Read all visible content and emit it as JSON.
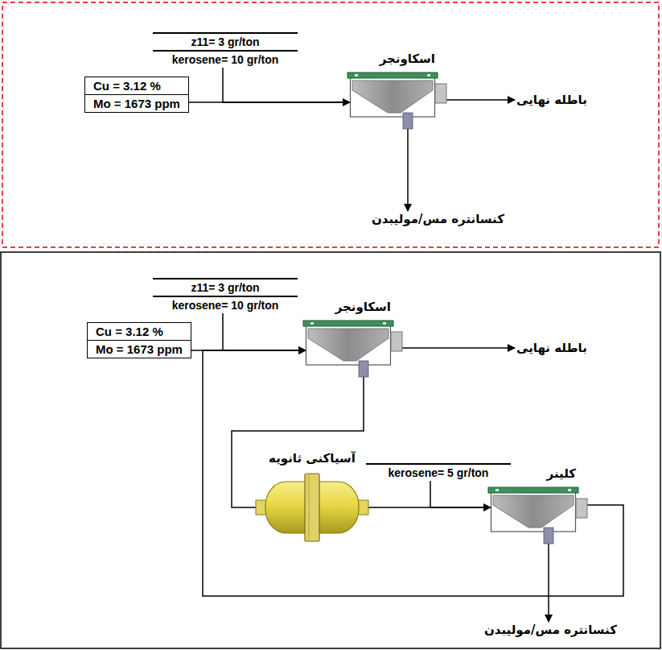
{
  "diagram": {
    "nodes": [
      {
        "text": [
          "Cu = 3.12 %",
          "Mo = 1673 ppm"
        ]
      },
      {
        "text": [
          "z11= 3 gr/ton",
          "kerosene= 10 gr/ton"
        ]
      },
      {
        "text": [
          "اسکاونجر"
        ]
      },
      {
        "text": [
          "باطله نهایی"
        ]
      },
      {
        "text": [
          "کنسانتره مس/مولیبدن"
        ]
      },
      {
        "text": [
          "Cu = 3.12 %",
          "Mo = 1673 ppm"
        ]
      },
      {
        "text": [
          "z11= 3 gr/ton",
          "kerosene= 10 gr/ton"
        ]
      },
      {
        "text": [
          "اسکاونجر"
        ]
      },
      {
        "text": [
          "باطله نهایی"
        ]
      },
      {
        "text": [
          "آسیاکنی ثانویه"
        ]
      },
      {
        "text": [
          "kerosene= 5 gr/ton"
        ]
      },
      {
        "text": [
          "کلینر"
        ]
      },
      {
        "text": [
          "کنسانتره مس/مولیبدن"
        ]
      }
    ],
    "edges": [
      {
        "from": 0,
        "to": 2,
        "arrow": "none"
      },
      {
        "from": 1,
        "to": 2,
        "arrow": "to"
      },
      {
        "from": 2,
        "to": 3,
        "arrow": "to"
      },
      {
        "from": 2,
        "to": 4,
        "arrow": "to"
      },
      {
        "from": 5,
        "to": 7,
        "arrow": "none"
      },
      {
        "from": 6,
        "to": 7,
        "arrow": "to"
      },
      {
        "from": 7,
        "to": 8,
        "arrow": "to"
      },
      {
        "from": 7,
        "to": 9,
        "arrow": "none"
      },
      {
        "from": 9,
        "to": 11,
        "arrow": "none"
      },
      {
        "from": 10,
        "to": 11,
        "arrow": "to"
      },
      {
        "from": 11,
        "to": 12,
        "arrow": "to"
      },
      {
        "from": 11,
        "to": 7,
        "arrow": "to"
      }
    ]
  }
}
